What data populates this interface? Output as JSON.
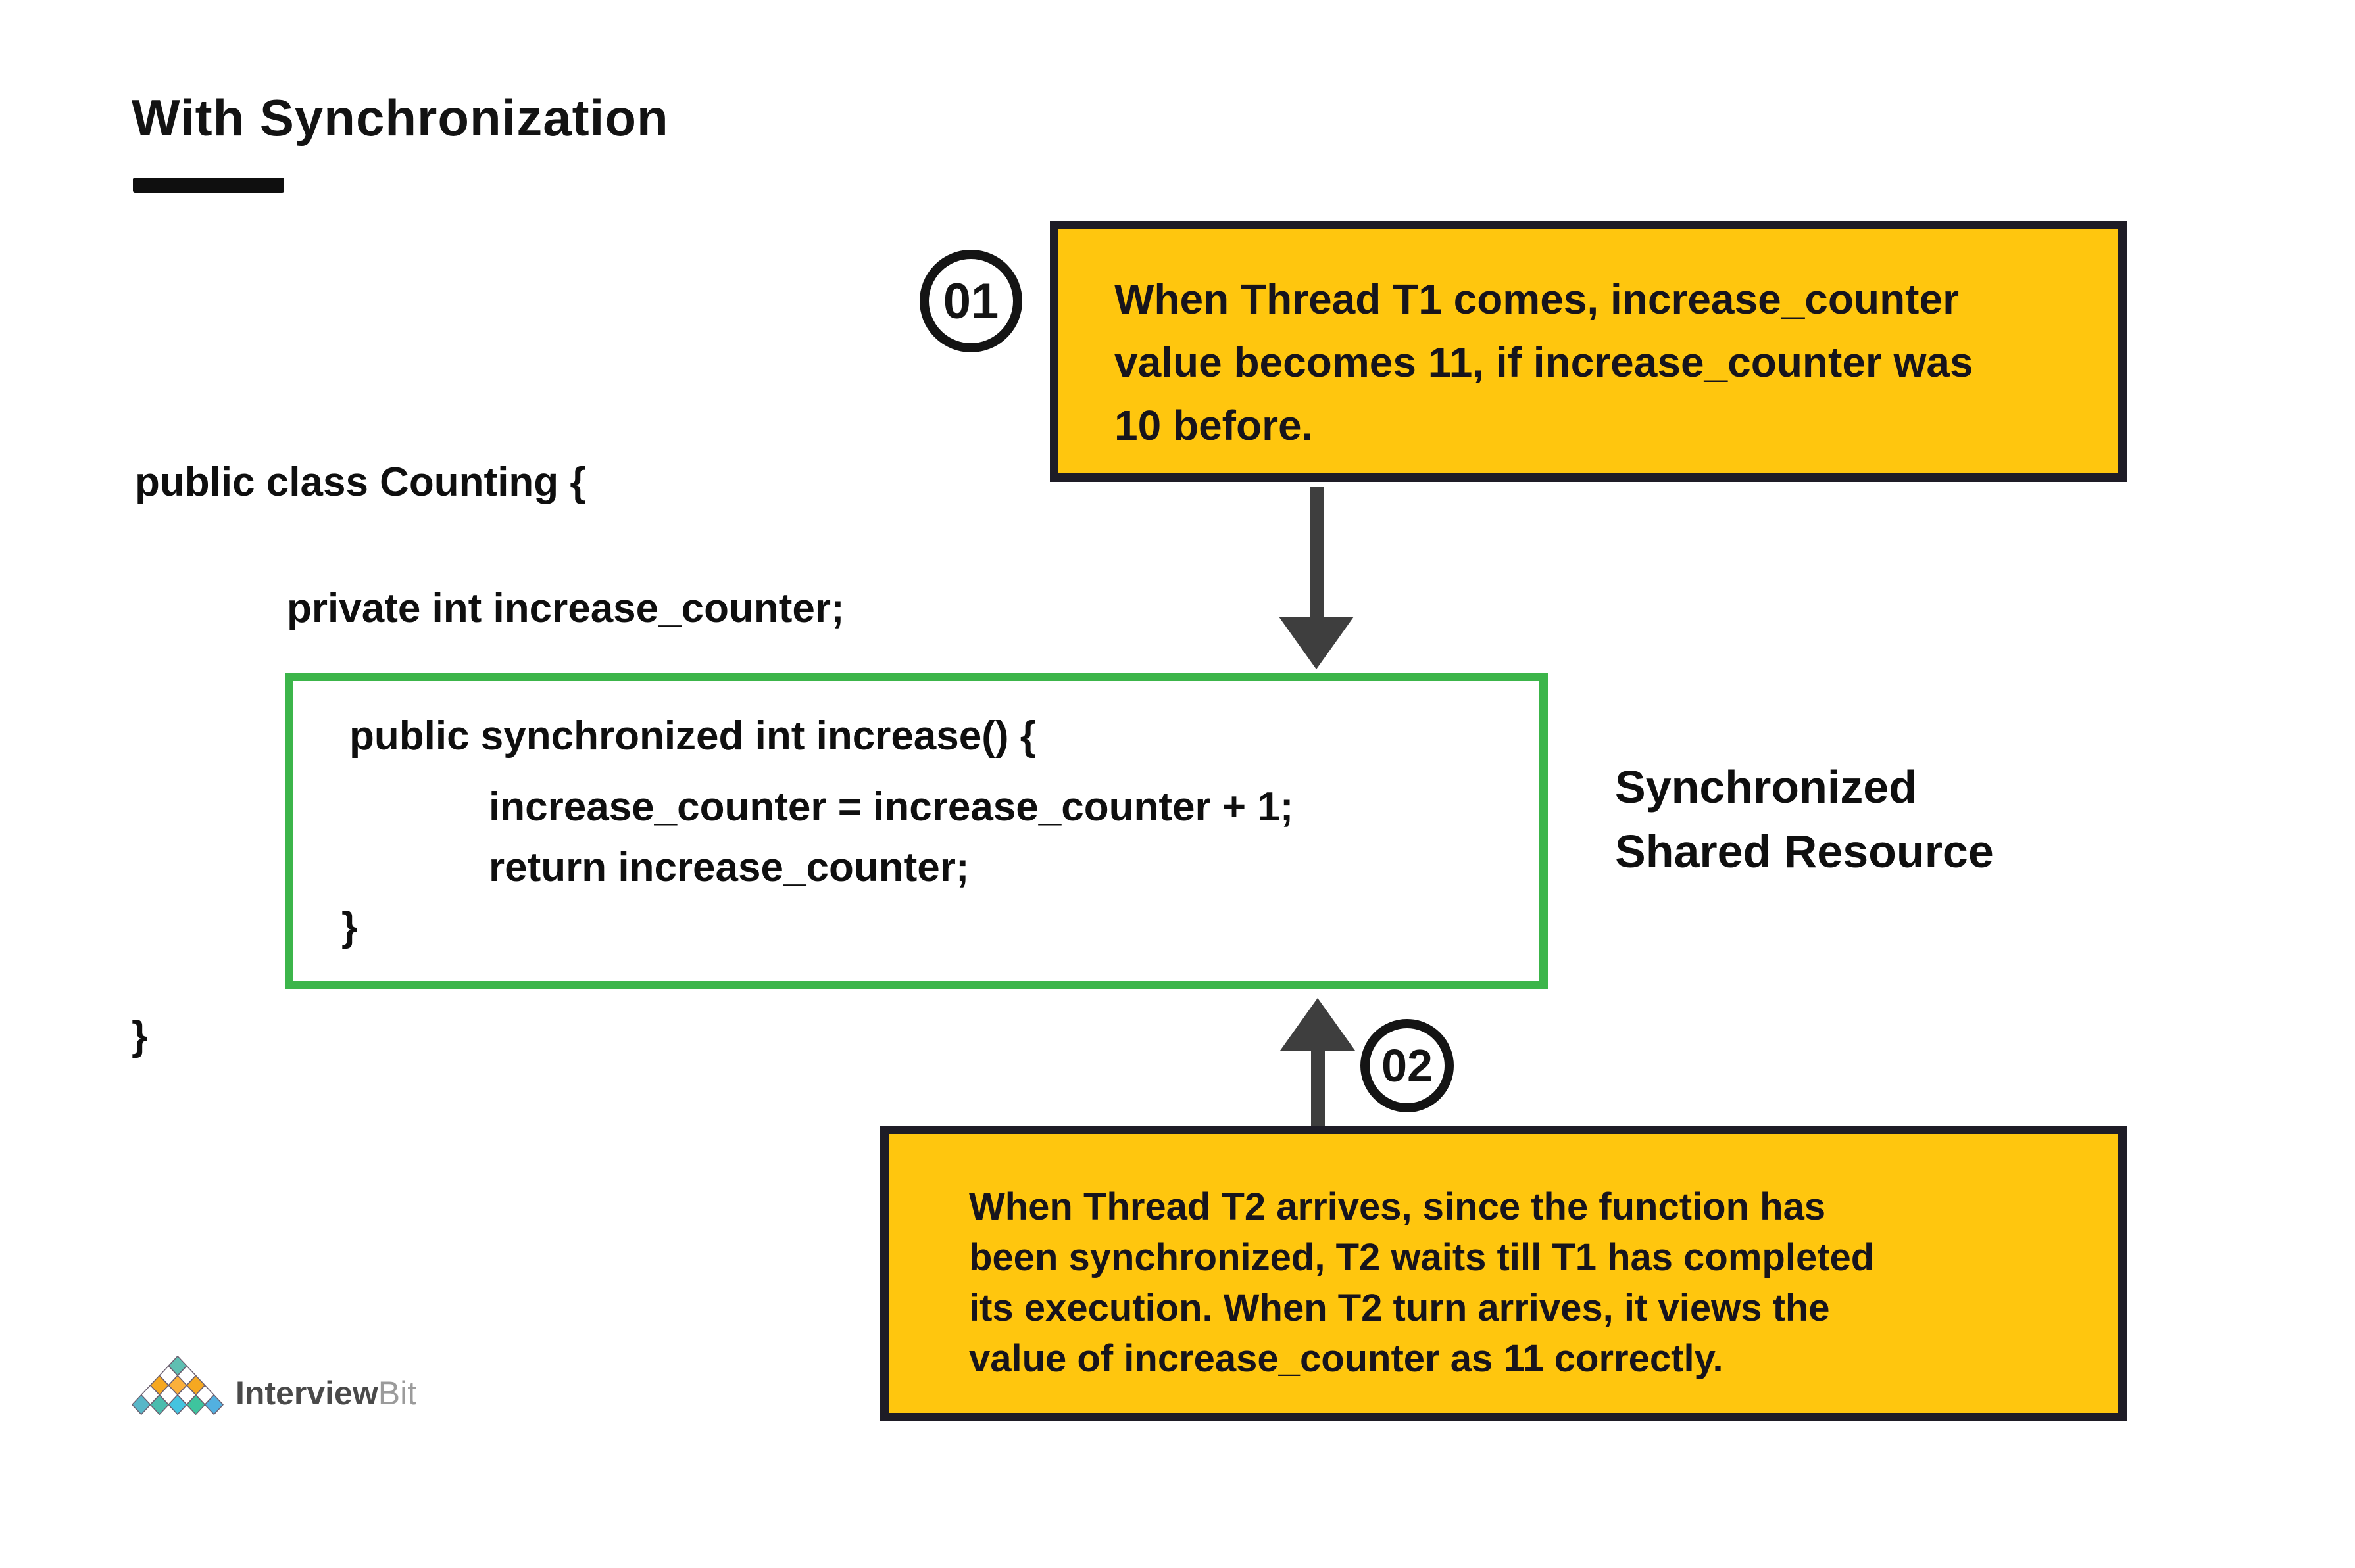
{
  "title": {
    "text": "With Synchronization"
  },
  "code": {
    "class_open": "public class Counting {",
    "field": "private int increase_counter;",
    "method_open": "public synchronized int increase() {",
    "statement_1": "increase_counter = increase_counter + 1;",
    "statement_2": "return increase_counter;",
    "method_close": "}",
    "class_close": "}"
  },
  "callouts": [
    {
      "number": "01",
      "lines": [
        "When Thread T1 comes, increase_counter",
        "value becomes 11, if increase_counter was",
        "10 before."
      ]
    },
    {
      "number": "02",
      "lines": [
        "When Thread T2 arrives, since the function has",
        "been synchronized, T2 waits till T1 has completed",
        "its execution. When T2 turn arrives, it views the",
        "value of increase_counter as 11 correctly."
      ]
    }
  ],
  "labels": {
    "shared_resource_line1": "Synchronized",
    "shared_resource_line2": "Shared Resource"
  },
  "logo": {
    "name_bold": "Interview",
    "name_light": "Bit"
  },
  "colors": {
    "callout_bg": "#ffc60e",
    "callout_border": "#1e1c26",
    "green_border": "#3cb54a",
    "arrow": "#3e3e3e",
    "text": "#111111",
    "logo_teal": "#5fbfb2",
    "logo_orange": "#f6a821",
    "logo_text_dark": "#4a4a4a",
    "logo_text_light": "#9b9b9b"
  }
}
